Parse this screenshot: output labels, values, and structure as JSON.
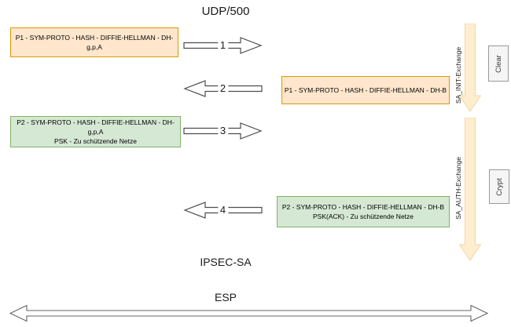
{
  "title": "UDP/500",
  "boxes": {
    "msg1": {
      "line1": "P1 - SYM-PROTO - HASH - DIFFIE-HELLMAN - DH-g,p,A"
    },
    "msg2": {
      "line1": "P1 - SYM-PROTO - HASH - DIFFIE-HELLMAN - DH-B"
    },
    "msg3": {
      "line1": "P2 - SYM-PROTO - HASH - DIFFIE-HELLMAN - DH-g,p,A",
      "line2": "PSK - Zu schützende Netze"
    },
    "msg4": {
      "line1": "P2 - SYM-PROTO - HASH - DIFFIE-HELLMAN - DH-B",
      "line2": "PSK(ACK) - Zu schützende Netze"
    }
  },
  "arrows": {
    "n1": "1",
    "n2": "2",
    "n3": "3",
    "n4": "4"
  },
  "phases": {
    "init": {
      "label": "SA_INIT-Exchange",
      "mode": "Clear"
    },
    "auth": {
      "label": "SA_AUTH-Exchange",
      "mode": "Crypt"
    }
  },
  "footer": {
    "ipsec": "IPSEC-SA",
    "esp": "ESP"
  },
  "colors": {
    "box_orange_fill": "#ffe6cc",
    "box_orange_border": "#d79b00",
    "box_green_fill": "#d5e8d4",
    "box_green_border": "#82b366",
    "phase_arrow_fill": "#ffedcf",
    "phase_arrow_border": "#f2d7a4",
    "mode_box_fill": "#f5f5f5",
    "mode_box_border": "#999999",
    "arrow_outline": "#4d4d4d"
  }
}
